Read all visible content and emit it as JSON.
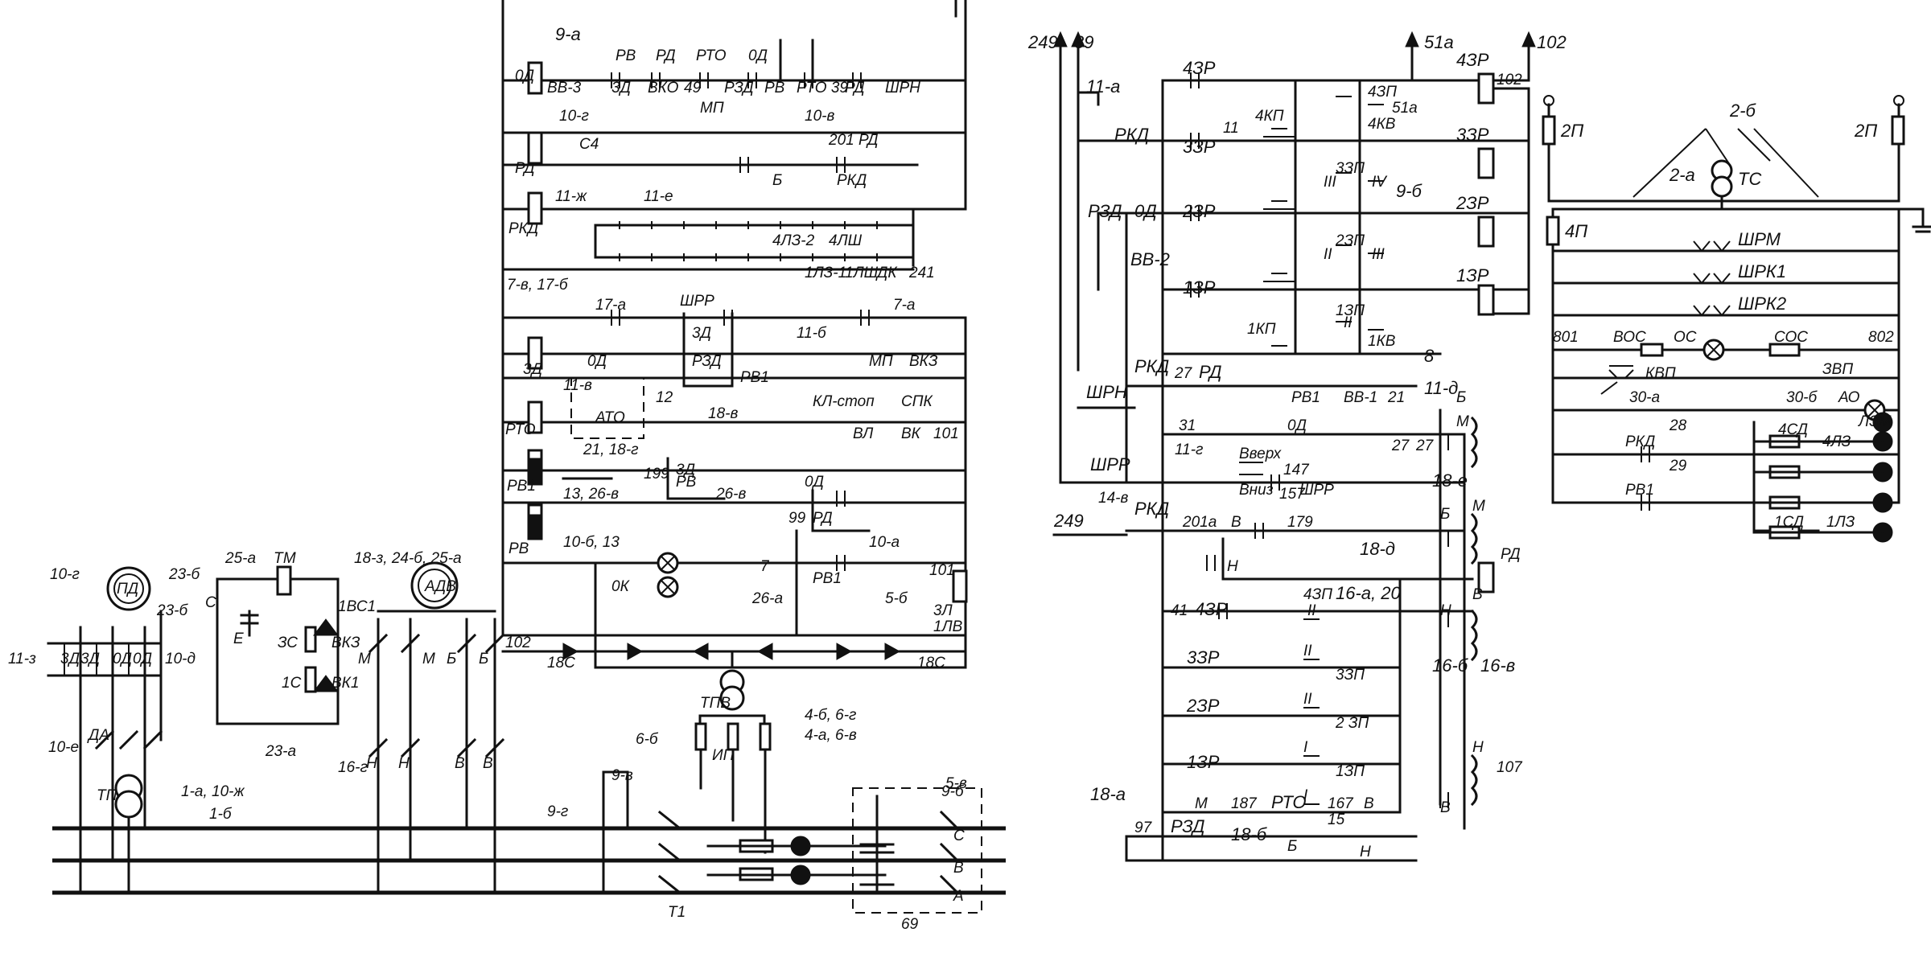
{
  "left_labels": {
    "top_wires": [
      "9-а",
      "РВ",
      "РД",
      "РТО",
      "0Д",
      "10-г",
      "РТО 39",
      "РД",
      "ШРН"
    ],
    "row2": [
      "ВВ-3",
      "3Д",
      "ВКО",
      "49",
      "РЗД",
      "МП",
      "РВ",
      "10-в",
      "201 РД"
    ],
    "side": [
      "0Д",
      "РД",
      "РКД",
      "С4",
      "11-ж",
      "11-е",
      "Б",
      "РКД"
    ],
    "row_lw": [
      "4ЛЗ-2",
      "4ЛШ",
      "1ЛЗ-1",
      "1ЛШ",
      "ДК",
      "241",
      "17-а",
      "7-а",
      "7-в, 17-б"
    ],
    "row_zd": [
      "3Д",
      "0Д",
      "11-в",
      "11-б",
      "ШРР",
      "3Д",
      "РЗД",
      "РВ1",
      "МП",
      "ВКЗ",
      "12"
    ],
    "row_rto": [
      "РТО",
      "АТО",
      "21, 18-г",
      "КЛ-стоп",
      "СПК",
      "ВЛ",
      "ВК",
      "101",
      "18-в"
    ],
    "row_rv1": [
      "РВ1",
      "13, 26-в",
      "199",
      "3Д",
      "РВ",
      "26-в"
    ],
    "row_rv": [
      "РВ",
      "10-б, 13",
      "0Д",
      "РД",
      "99",
      "10-а"
    ],
    "row_lamps": [
      "0К",
      "7",
      "РВ1",
      "26-а",
      "101",
      "3Л",
      "5-б"
    ],
    "row_diodes": [
      "102",
      "1ЛВ",
      "18С",
      "18С"
    ],
    "trafo_top": [
      "ИП",
      "6-б",
      "ТПВ",
      "4-а, 6-в",
      "4-б, 6-г",
      "5-в"
    ],
    "motor_left": [
      "ПД",
      "10-г",
      "23-б",
      "3Д",
      "3Д",
      "0Д",
      "0Д",
      "11-з",
      "10-д",
      "ДА",
      "10-е",
      "ТП",
      "1-а, 10-ж",
      "1-б"
    ],
    "middle": [
      "ТМ",
      "23-б",
      "25-а",
      "С",
      "Е",
      "ЗС",
      "ВКЗ",
      "1С",
      "ВК1",
      "23-а",
      "1ВС1"
    ],
    "motor_mid": [
      "АДВ",
      "18-з, 24-б, 25-а",
      "М",
      "М",
      "Б",
      "Б",
      "16-г",
      "Н",
      "Н",
      "В",
      "В"
    ],
    "bottom": [
      "9-в",
      "9-г",
      "Т1",
      "С",
      "В",
      "А",
      "69",
      "9-б"
    ]
  },
  "middle_labels": {
    "top": [
      "249",
      "39",
      "51а",
      "102",
      "11-а",
      "4ЗР",
      "4ЗП",
      "51а",
      "4КП",
      "4КВ",
      "4ЗР",
      "102"
    ],
    "row_rkd": [
      "РКД",
      "11",
      "3ЗР",
      "3ЗП",
      "III",
      "IV",
      "9-б",
      "3ЗР"
    ],
    "row_rzd": [
      "РЗД",
      "0Д",
      "2ЗР",
      "2ЗП",
      "II",
      "III",
      "2ЗР"
    ],
    "row_vv2": [
      "ВВ-2",
      "1ЗР",
      "1ЗП",
      "II",
      "1ЗР"
    ],
    "row_kv": [
      "1КП",
      "1КВ",
      "8"
    ],
    "row_shrn": [
      "ШРН",
      "РКД",
      "27",
      "РД",
      "РВ1",
      "ВВ-1",
      "21",
      "11-д",
      "М",
      "Б"
    ],
    "row_31": [
      "31",
      "11-г",
      "0Д",
      "Вверх",
      "147",
      "27",
      "27",
      "18-е",
      "М"
    ],
    "row_shrr": [
      "ШРР",
      "14-в",
      "РКД",
      "Вниз",
      "157",
      "ШРР"
    ],
    "row_249": [
      "249",
      "201а",
      "В",
      "179",
      "18-д",
      "Б",
      "Н",
      "РД"
    ],
    "row_41": [
      "41",
      "4ЗР",
      "4ЗП",
      "II",
      "16-а, 20",
      "Н",
      "В"
    ],
    "row_3zr": [
      "3ЗР",
      "3ЗП",
      "II",
      "16-б",
      "16-в"
    ],
    "row_2zr": [
      "2ЗР",
      "2 ЗП",
      "II",
      "I"
    ],
    "row_1zr": [
      "1ЗР",
      "1ЗП",
      "I",
      "В",
      "Н",
      "107"
    ],
    "bottom": [
      "18-а",
      "97",
      "М",
      "РЗД",
      "187",
      "РТО",
      "167",
      "В",
      "18-б",
      "Б",
      "15",
      "Н"
    ]
  },
  "right_labels": {
    "fuses_top": [
      "2П",
      "2-б",
      "2П"
    ],
    "ts": [
      "2-а",
      "ТС",
      "4П"
    ],
    "sockets": [
      "ШРМ",
      "ШРК1",
      "ШРК2"
    ],
    "lamps": [
      "801",
      "ВОС",
      "ОС",
      "СОС",
      "802",
      "КВП",
      "ЗВП",
      "30-а",
      "30-б",
      "АО"
    ],
    "signals": [
      "ЛЗМ",
      "28",
      "РКД",
      "4СД",
      "4ЛЗ",
      "29",
      "РВ1",
      "1СД",
      "1ЛЗ"
    ]
  },
  "colors": {
    "ink": "#111111",
    "paper": "#ffffff"
  }
}
